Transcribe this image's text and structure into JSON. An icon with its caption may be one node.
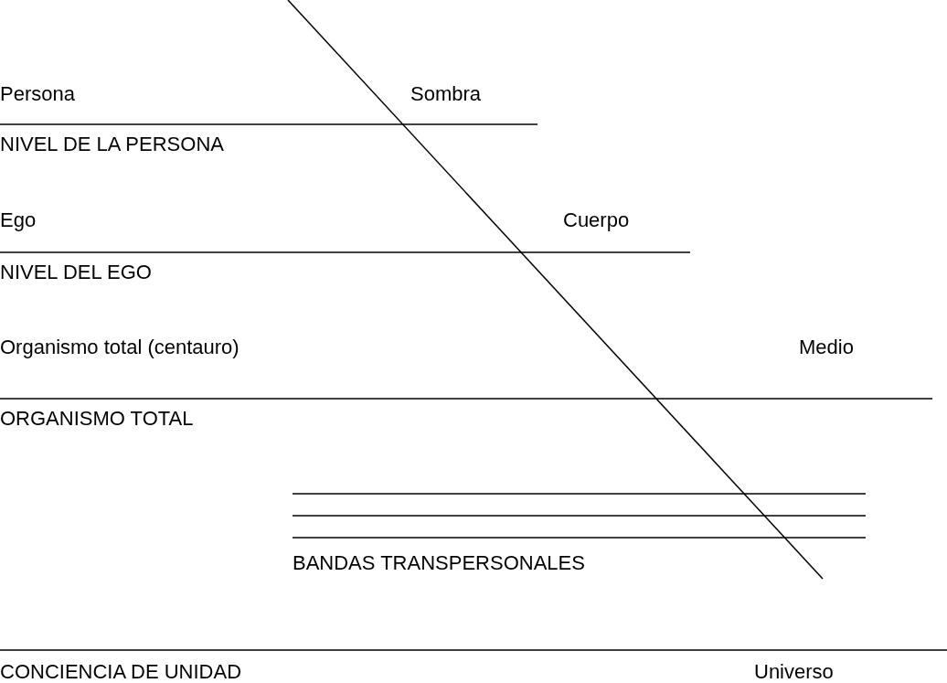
{
  "diagram": {
    "labels": [
      "Persona",
      "Sombra",
      "NIVEL DE LA PERSONA",
      "Ego",
      "Cuerpo",
      "NIVEL DEL EGO",
      "Organismo total (centauro)",
      "Medio",
      "ORGANISMO TOTAL",
      "BANDAS TRANSPERSONALES",
      "CONCIENCIA DE UNIDAD",
      "Universo"
    ]
  }
}
